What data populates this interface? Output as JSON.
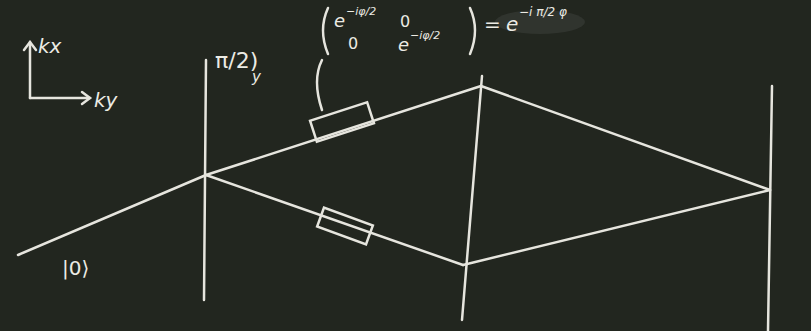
{
  "diagram": {
    "labels": [
      "kx",
      "ky",
      "π/2)",
      "y",
      "e",
      "−iφ/2",
      "0",
      "0",
      "e",
      "−iφ/2",
      "=",
      "e",
      "−i π/2 φ",
      "|0⟩"
    ]
  }
}
